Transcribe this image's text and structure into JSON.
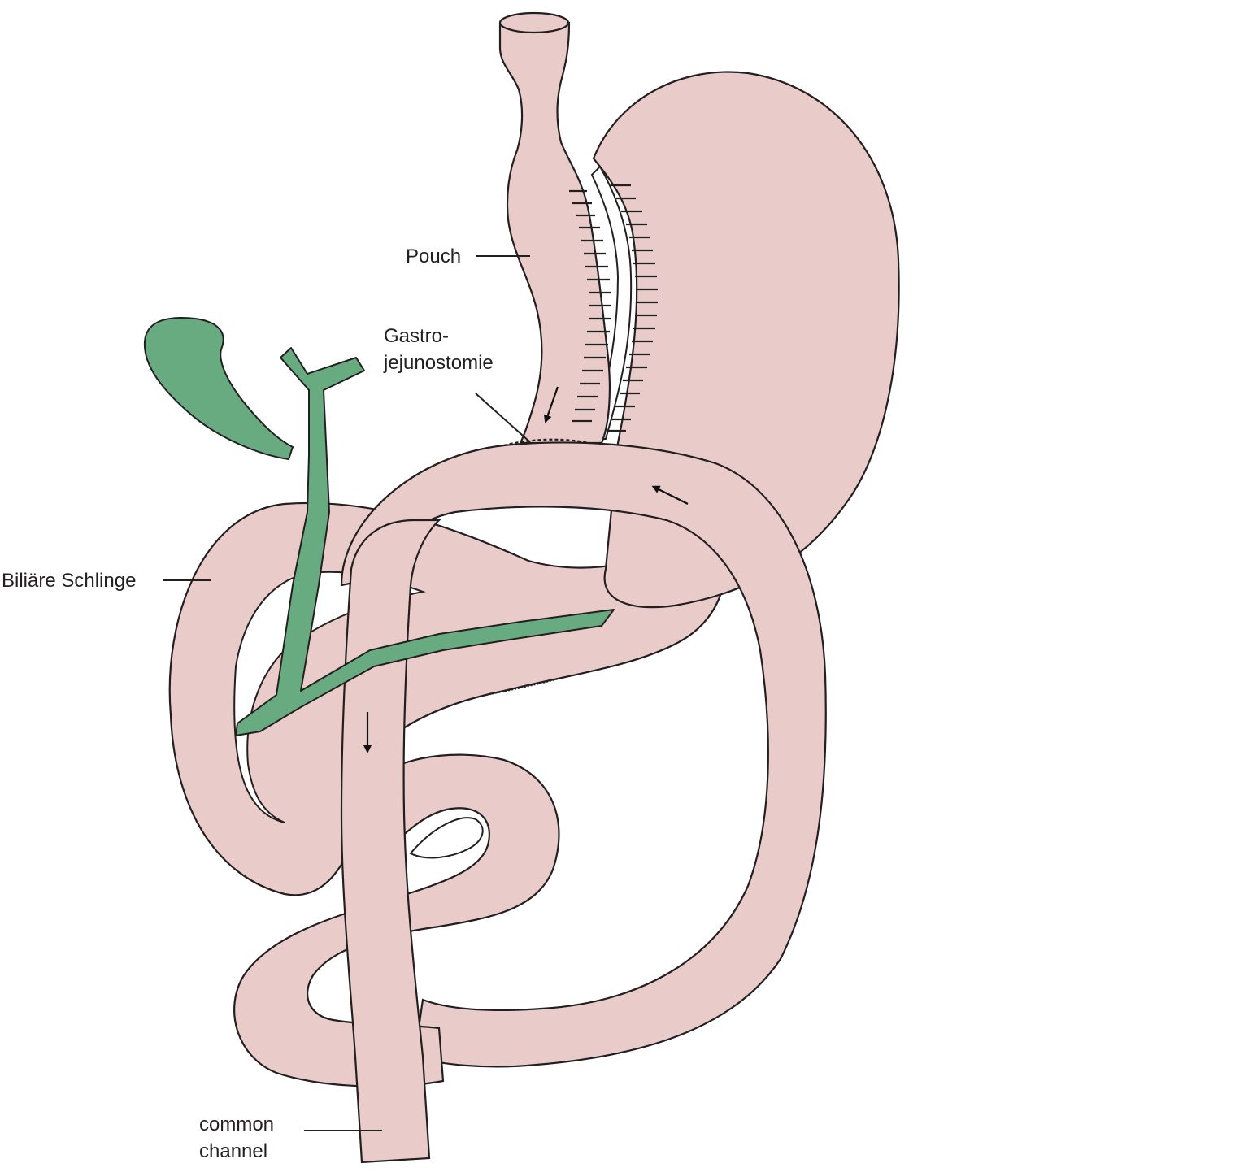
{
  "labels": {
    "pouch": "Pouch",
    "gastro_line1": "Gastro-",
    "gastro_line2": "jejunostomie",
    "biliary": "Biliäre Schlinge",
    "common_line1": "common",
    "common_line2": "channel"
  },
  "colors": {
    "bowel_fill": "#e9ccca",
    "organ_outline": "#231f20",
    "biliary_green": "#68ab80",
    "pancreas_tan": "#e2c2a3",
    "background": "#ffffff"
  }
}
